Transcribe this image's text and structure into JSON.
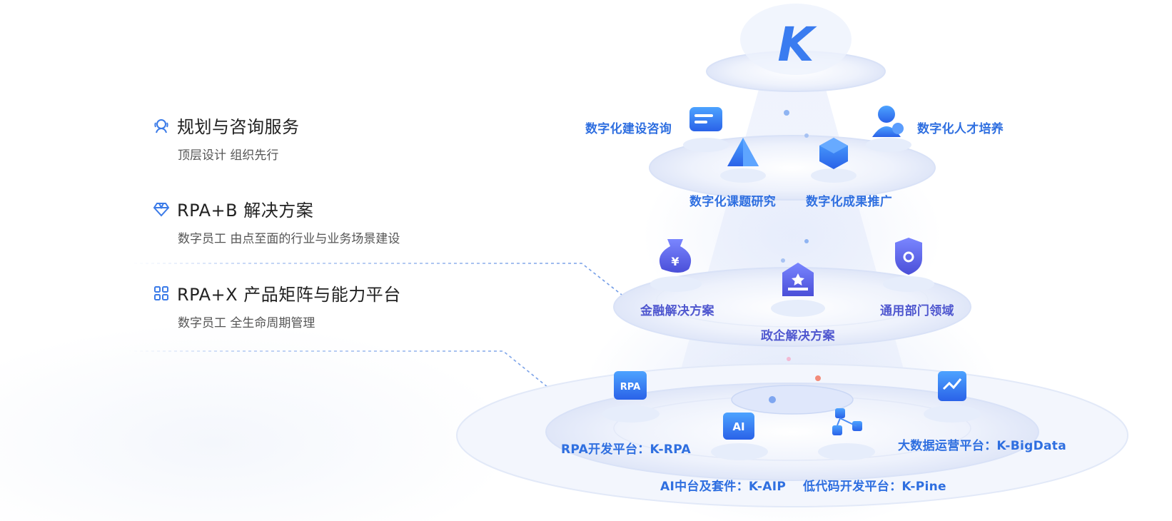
{
  "left_items": [
    {
      "title": "规划与咨询服务",
      "sub": "顶层设计 组织先行",
      "icon": "consultant-icon"
    },
    {
      "title": "RPA+B 解决方案",
      "sub": "数字员工 由点至面的行业与业务场景建设",
      "icon": "diamond-icon"
    },
    {
      "title": "RPA+X 产品矩阵与能力平台",
      "sub": "数字员工 全生命周期管理",
      "icon": "grid-apps-icon"
    }
  ],
  "logo": {
    "text": "K"
  },
  "tier1": {
    "consult": "数字化建设咨询",
    "talent": "数字化人才培养",
    "research": "数字化课题研究",
    "promotion": "数字化成果推广"
  },
  "tier2": {
    "finance": "金融解决方案",
    "general": "通用部门领域",
    "gov": "政企解决方案"
  },
  "tier3": {
    "rpa": "RPA开发平台：K-RPA",
    "bigdata": "大数据运营平台：K-BigData",
    "aip": "AI中台及套件：K-AIP",
    "pine": "低代码开发平台：K-Pine"
  },
  "icon_texts": {
    "rpa": "RPA",
    "ai": "AI",
    "yen": "¥"
  },
  "colors": {
    "accent": "#2f6fe0",
    "accent2": "#4f57cf",
    "logo": "#3a7cf0"
  }
}
